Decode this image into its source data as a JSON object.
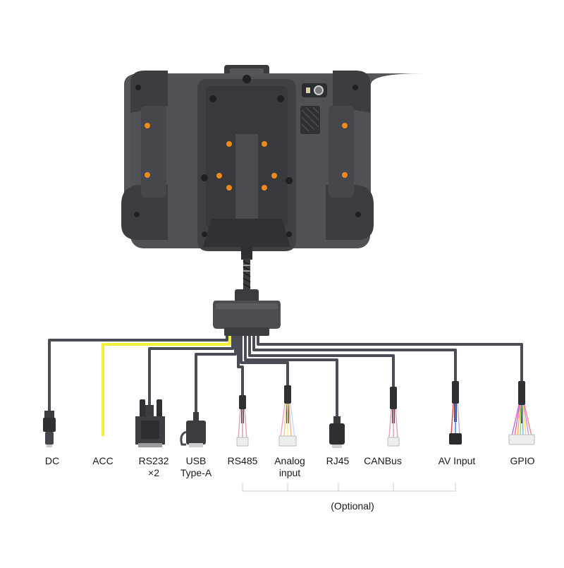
{
  "connectors": [
    {
      "id": "dc",
      "lines": [
        "DC"
      ]
    },
    {
      "id": "acc",
      "lines": [
        "ACC"
      ]
    },
    {
      "id": "rs232",
      "lines": [
        "RS232",
        "×2"
      ]
    },
    {
      "id": "usb",
      "lines": [
        "USB",
        "Type-A"
      ]
    },
    {
      "id": "rs485",
      "lines": [
        "RS485"
      ]
    },
    {
      "id": "analog",
      "lines": [
        "Analog",
        "input"
      ]
    },
    {
      "id": "rj45",
      "lines": [
        "RJ45"
      ]
    },
    {
      "id": "canbus",
      "lines": [
        "CANBus"
      ]
    },
    {
      "id": "av",
      "lines": [
        "AV Input"
      ]
    },
    {
      "id": "gpio",
      "lines": [
        "GPIO"
      ]
    }
  ],
  "optional_note": "(Optional)",
  "colors": {
    "cable": "#4a4d55",
    "acc_wire": "#f4ef3c",
    "tablet_body": "#4d4e52",
    "tablet_dark": "#2e2f33",
    "screw_accent": "#f08a1c",
    "bracket_line": "#cfcfcf"
  },
  "icons": [
    "tablet-back-view",
    "breakout-hub",
    "dc-barrel-plug",
    "db9-connector",
    "usb-a-plug",
    "wire-harness-plug",
    "rj45-plug"
  ]
}
